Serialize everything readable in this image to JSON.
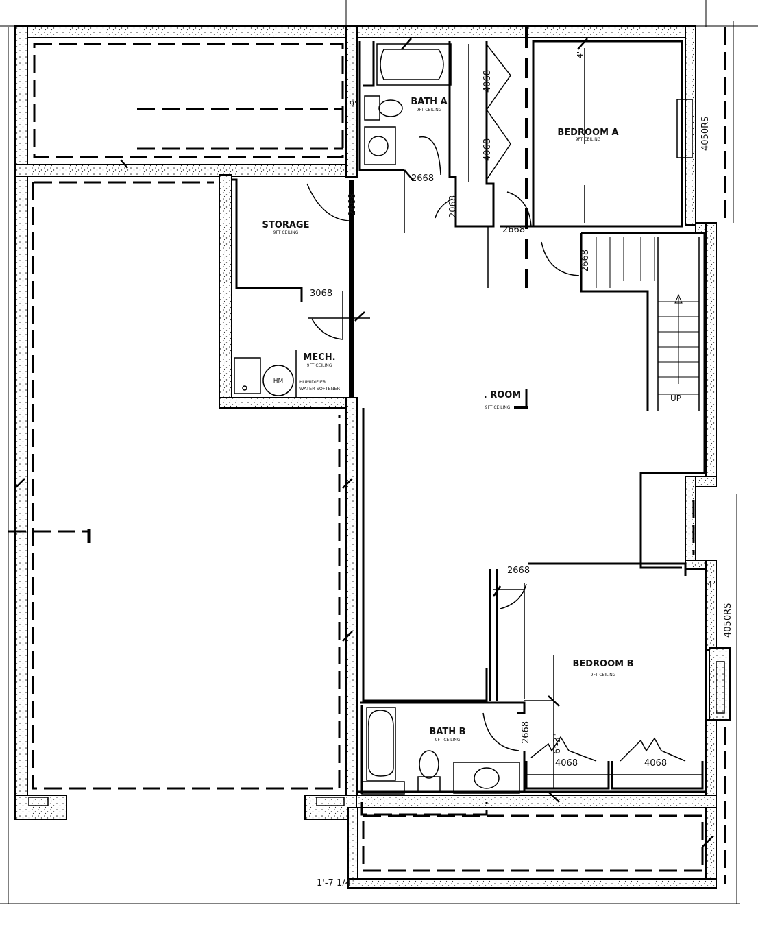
{
  "rooms": {
    "bath_a": {
      "name": "BATH A",
      "ceiling": "9FT CEILING"
    },
    "bedroom_a": {
      "name": "BEDROOM A",
      "ceiling": "9FT CEILING"
    },
    "storage": {
      "name": "STORAGE",
      "ceiling": "9FT CEILING"
    },
    "mech": {
      "name": "MECH.",
      "ceiling": "9FT CEILING",
      "notes": [
        "HUMIDIFIER",
        "WATER SOFTENER"
      ],
      "equipment": "HM"
    },
    "rec_room": {
      "name": ". ROOM",
      "ceiling": "9FT CEILING"
    },
    "bedroom_b": {
      "name": "BEDROOM B",
      "ceiling": "9FT CEILING"
    },
    "bath_b": {
      "name": "BATH B",
      "ceiling": "9FT CEILING"
    }
  },
  "door_labels": {
    "bath_a_door": "2668",
    "storage_door": "2668",
    "closet_a1": "4068",
    "closet_a2": "4068",
    "linen_a": "2068",
    "bedroom_a_door": "2668",
    "stair_door": "2668",
    "mech_door": "3068",
    "bedroom_b_door": "2668",
    "bath_b_door": "2668",
    "closet_b1": "4068",
    "closet_b2": "4068"
  },
  "window_labels": {
    "bedroom_a": "4050RS",
    "bedroom_b": "4050RS"
  },
  "stairs": {
    "label": "UP"
  },
  "dimensions": {
    "bottom_left": "1'-7 1/4\"",
    "bedroom_b_height": "6'-3\"",
    "top": "4\"",
    "bath_a": "9\"",
    "bedroom_b_corner": "4\""
  },
  "colors": {
    "line": "#000000",
    "background": "#ffffff"
  }
}
